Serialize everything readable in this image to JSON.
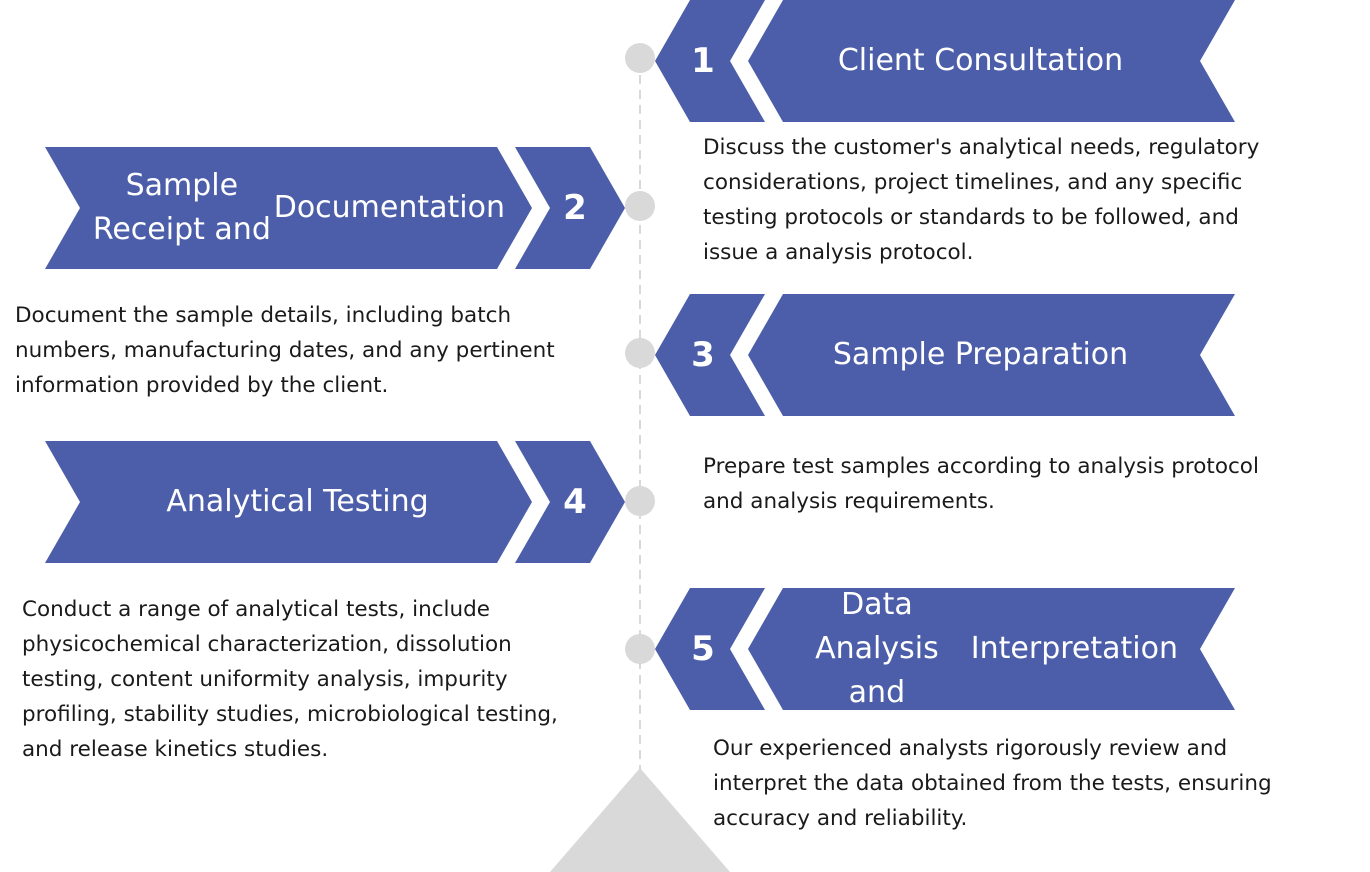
{
  "colors": {
    "banner": "#4c5ea9",
    "timeline": "#d9d9d9",
    "text": "#1a1a1a"
  },
  "steps": [
    {
      "number": "1",
      "title_lines": [
        "Client Consultation"
      ],
      "description_lines": [
        "Discuss the customer's analytical needs, regulatory",
        "considerations, project timelines, and any specific",
        "testing protocols or standards to be followed, and",
        "issue a analysis protocol."
      ]
    },
    {
      "number": "2",
      "title_lines": [
        "Sample Receipt and",
        "Documentation"
      ],
      "description_lines": [
        "Document the sample details, including batch",
        "numbers, manufacturing dates, and any pertinent",
        "information provided by the client."
      ]
    },
    {
      "number": "3",
      "title_lines": [
        "Sample Preparation"
      ],
      "description_lines": [
        "Prepare test samples according to analysis protocol",
        "and analysis requirements."
      ]
    },
    {
      "number": "4",
      "title_lines": [
        "Analytical Testing"
      ],
      "description_lines": [
        "Conduct a range of analytical tests, include",
        "physicochemical characterization, dissolution",
        "testing, content uniformity analysis, impurity",
        "profiling, stability studies, microbiological testing,",
        "and release kinetics studies."
      ]
    },
    {
      "number": "5",
      "title_lines": [
        "Data Analysis and",
        "Interpretation"
      ],
      "description_lines": [
        "Our experienced analysts rigorously review and",
        "interpret the data obtained from the tests, ensuring",
        "accuracy and reliability."
      ]
    }
  ]
}
